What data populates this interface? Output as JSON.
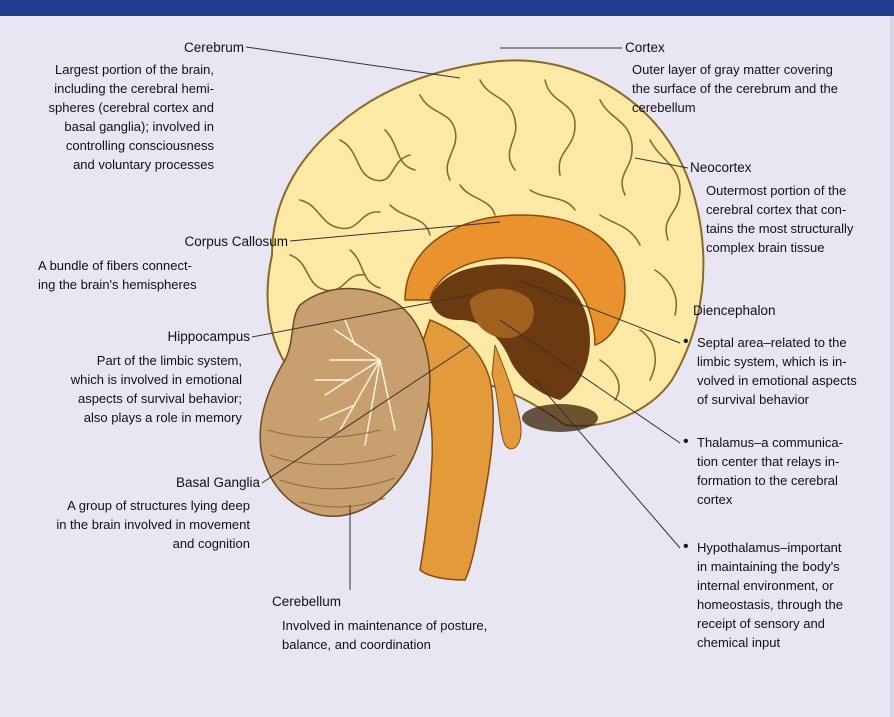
{
  "colors": {
    "title_bar": "#1f3d8f",
    "background": "#e8e6f2",
    "cerebrum_fill": "#fde9a6",
    "cerebrum_outline": "#8a6a2a",
    "callosum": "#e9922e",
    "deep_brown": "#6b3a10",
    "cerebellum": "#c8a070",
    "brainstem": "#e39a3a"
  },
  "labels": {
    "cerebrum": {
      "title": "Cerebrum",
      "lines": [
        "Largest portion of the brain,",
        "including the cerebral hemi-",
        "spheres (cerebral cortex and",
        "basal ganglia); involved in",
        "controlling consciousness",
        "and voluntary processes"
      ]
    },
    "cortex": {
      "title": "Cortex",
      "lines": [
        "Outer layer of gray matter covering",
        "the surface of the cerebrum and the",
        "cerebellum"
      ]
    },
    "neocortex": {
      "title": "Neocortex",
      "lines": [
        "Outermost portion of the",
        "cerebral cortex that con-",
        "tains the most structurally",
        "complex brain tissue"
      ]
    },
    "corpus_callosum": {
      "title": "Corpus Callosum",
      "lines": [
        "A bundle of fibers connect-",
        "ing the brain's hemispheres"
      ]
    },
    "hippocampus": {
      "title": "Hippocampus",
      "lines": [
        "Part of the limbic system,",
        "which is involved in emotional",
        "aspects of survival behavior;",
        "also plays a role in memory"
      ]
    },
    "basal_ganglia": {
      "title": "Basal Ganglia",
      "lines": [
        "A group of structures lying deep",
        "in the brain involved in movement",
        "and cognition"
      ]
    },
    "cerebellum": {
      "title": "Cerebellum",
      "lines": [
        "Involved in maintenance of posture,",
        "balance, and coordination"
      ]
    },
    "diencephalon": {
      "title": "Diencephalon",
      "bullet": "•",
      "septal": [
        "Septal area–related to the",
        "limbic system, which is in-",
        "volved in emotional aspects",
        "of survival behavior"
      ],
      "thalamus": [
        "Thalamus–a communica-",
        "tion center that relays in-",
        "formation to the cerebral",
        "cortex"
      ],
      "hypothalamus": [
        "Hypothalamus–important",
        "in maintaining the body's",
        "internal environment, or",
        "homeostasis, through the",
        "receipt of sensory and",
        "chemical input"
      ]
    }
  }
}
